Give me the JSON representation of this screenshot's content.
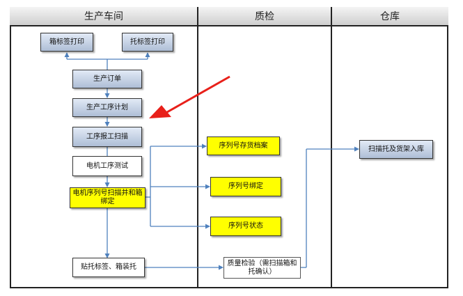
{
  "lanes": {
    "production": "生产车间",
    "quality": "质检",
    "warehouse": "仓库"
  },
  "nodes": {
    "box_label_print": "箱标签打印",
    "pallet_label_print": "托标签打印",
    "production_order": "生产订单",
    "process_plan": "生产工序计划",
    "process_scan": "工序报工扫描",
    "motor_test": "电机工序测试",
    "serial_bind": "电机序列号扫描并和箱绑定",
    "pallet_pack": "贴托标签、箱装托",
    "serial_archive": "序列号存货档案",
    "serial_binding": "序列号绑定",
    "serial_status": "序列号状态",
    "quality_check": "质量检验（需扫描箱和托确认）",
    "scan_inbound": "扫描托及货架入库"
  },
  "colors": {
    "line": "#4f81bd",
    "annotation_arrow": "#e8201a",
    "blue_box": "#b8c7dd",
    "yellow_box": "#ffff00"
  }
}
